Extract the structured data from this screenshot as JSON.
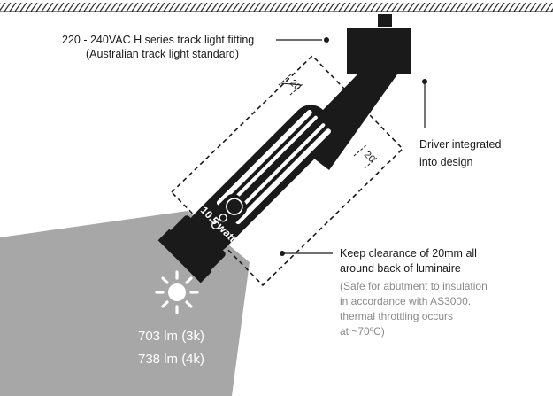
{
  "labels": {
    "track_fitting_line1": "220 - 240VAC H series track light fitting",
    "track_fitting_line2": "(Australian track light standard)",
    "driver_line1": "Driver integrated",
    "driver_line2": "into design",
    "clearance_line1": "Keep clearance of 20mm all",
    "clearance_line2": "around back of luminaire",
    "note_line1": "(Safe for abutment to insulation",
    "note_line2": "in accordance with AS3000.",
    "note_line3": "thermal throttling occurs",
    "note_line4": "at ~70ºC)",
    "dim_top": "20",
    "dim_right": "20",
    "wattage": "10.5 watts",
    "lumens_3k": "703 lm (3k)",
    "lumens_4k": "738 lm (4k)"
  },
  "icons": {
    "sun": "sun-icon"
  },
  "colors": {
    "ink": "#1a1a1a",
    "beam": "#a7a7a7",
    "note": "#8a8a8a"
  }
}
